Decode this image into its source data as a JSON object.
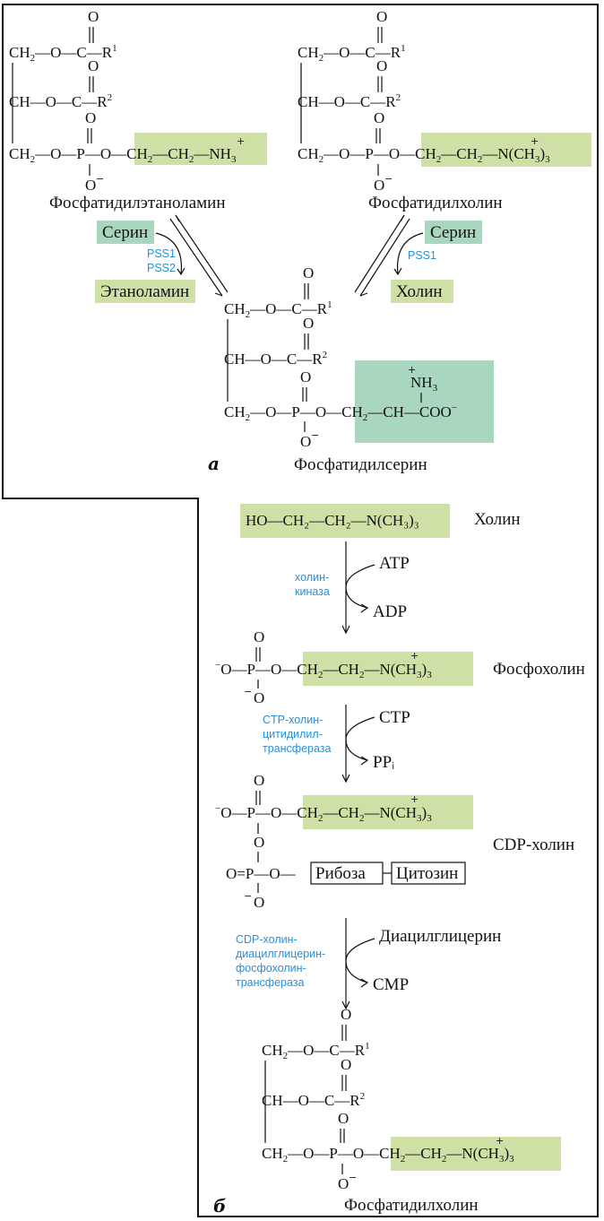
{
  "panel_a": {
    "marker": "a",
    "pe_name": "Фосфатидилэтаноламин",
    "pc_name": "Фосфатидилхолин",
    "ps_name": "Фосфатидилсерин",
    "left_reaction": {
      "in": "Серин",
      "out": "Этаноламин",
      "enzyme1": "PSS1",
      "enzyme2": "PSS2"
    },
    "right_reaction": {
      "in": "Серин",
      "out": "Холин",
      "enzyme1": "PSS1"
    },
    "groups": {
      "ch2_o": "CH₂—O—C—R¹",
      "ch_o": "CH—O—C—R²",
      "ch2_p": "CH₂—O—P—O",
      "etn_head": "CH₂—CH₂—NH₃",
      "chol_head": "CH₂—CH₂—N(CH₃)₃",
      "ser_head": "CH₂—CH—COO⁻",
      "ser_nh3": "NH₃"
    }
  },
  "panel_b": {
    "marker": "б",
    "choline_formula": "HO—CH₂—CH₂—N(CH₃)₃",
    "choline_name": "Холин",
    "step1": {
      "enzyme_line1": "холин-",
      "enzyme_line2": "киназа",
      "in": "ATP",
      "out": "ADP"
    },
    "phosphocholine_name": "Фосфохолин",
    "step2": {
      "enzyme_line1": "CTP-холин-",
      "enzyme_line2": "цитидилил-",
      "enzyme_line3": "трансфераза",
      "in": "CTP",
      "out": "PPᵢ"
    },
    "cdp_choline_name": "CDP-холин",
    "ribose": "Рибоза",
    "cytosine": "Цитозин",
    "step3": {
      "enzyme_line1": "CDP-холин-",
      "enzyme_line2": "диацилглицерин-",
      "enzyme_line3": "фосфохолин-",
      "enzyme_line4": "трансфераза",
      "in": "Диацилглицерин",
      "out": "CMP"
    },
    "final_name": "Фосфатидилхолин"
  },
  "colors": {
    "green_highlight": "#cfe0a6",
    "teal_highlight": "#a9d6bf",
    "enzyme_text": "#2a8fd6"
  }
}
